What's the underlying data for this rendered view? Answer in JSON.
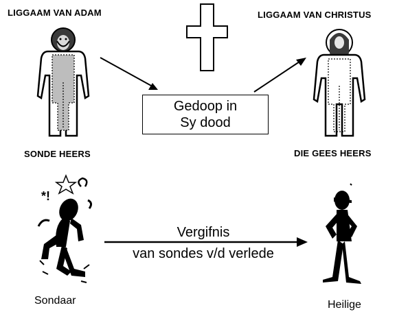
{
  "labels": {
    "adam_title": "LIGGAAM VAN ADAM",
    "christ_title": "LIGGAAM VAN CHRISTUS",
    "sin_rules": "SONDE HEERS",
    "spirit_rules": "DIE GEES HEERS",
    "sinner": "Sondaar",
    "saint": "Heilige"
  },
  "box": {
    "line1": "Gedoop in",
    "line2": "Sy dood"
  },
  "forgiveness": {
    "line1": "Vergifnis",
    "line2": "van sondes v/d verlede"
  },
  "curse_text": "*!"
}
